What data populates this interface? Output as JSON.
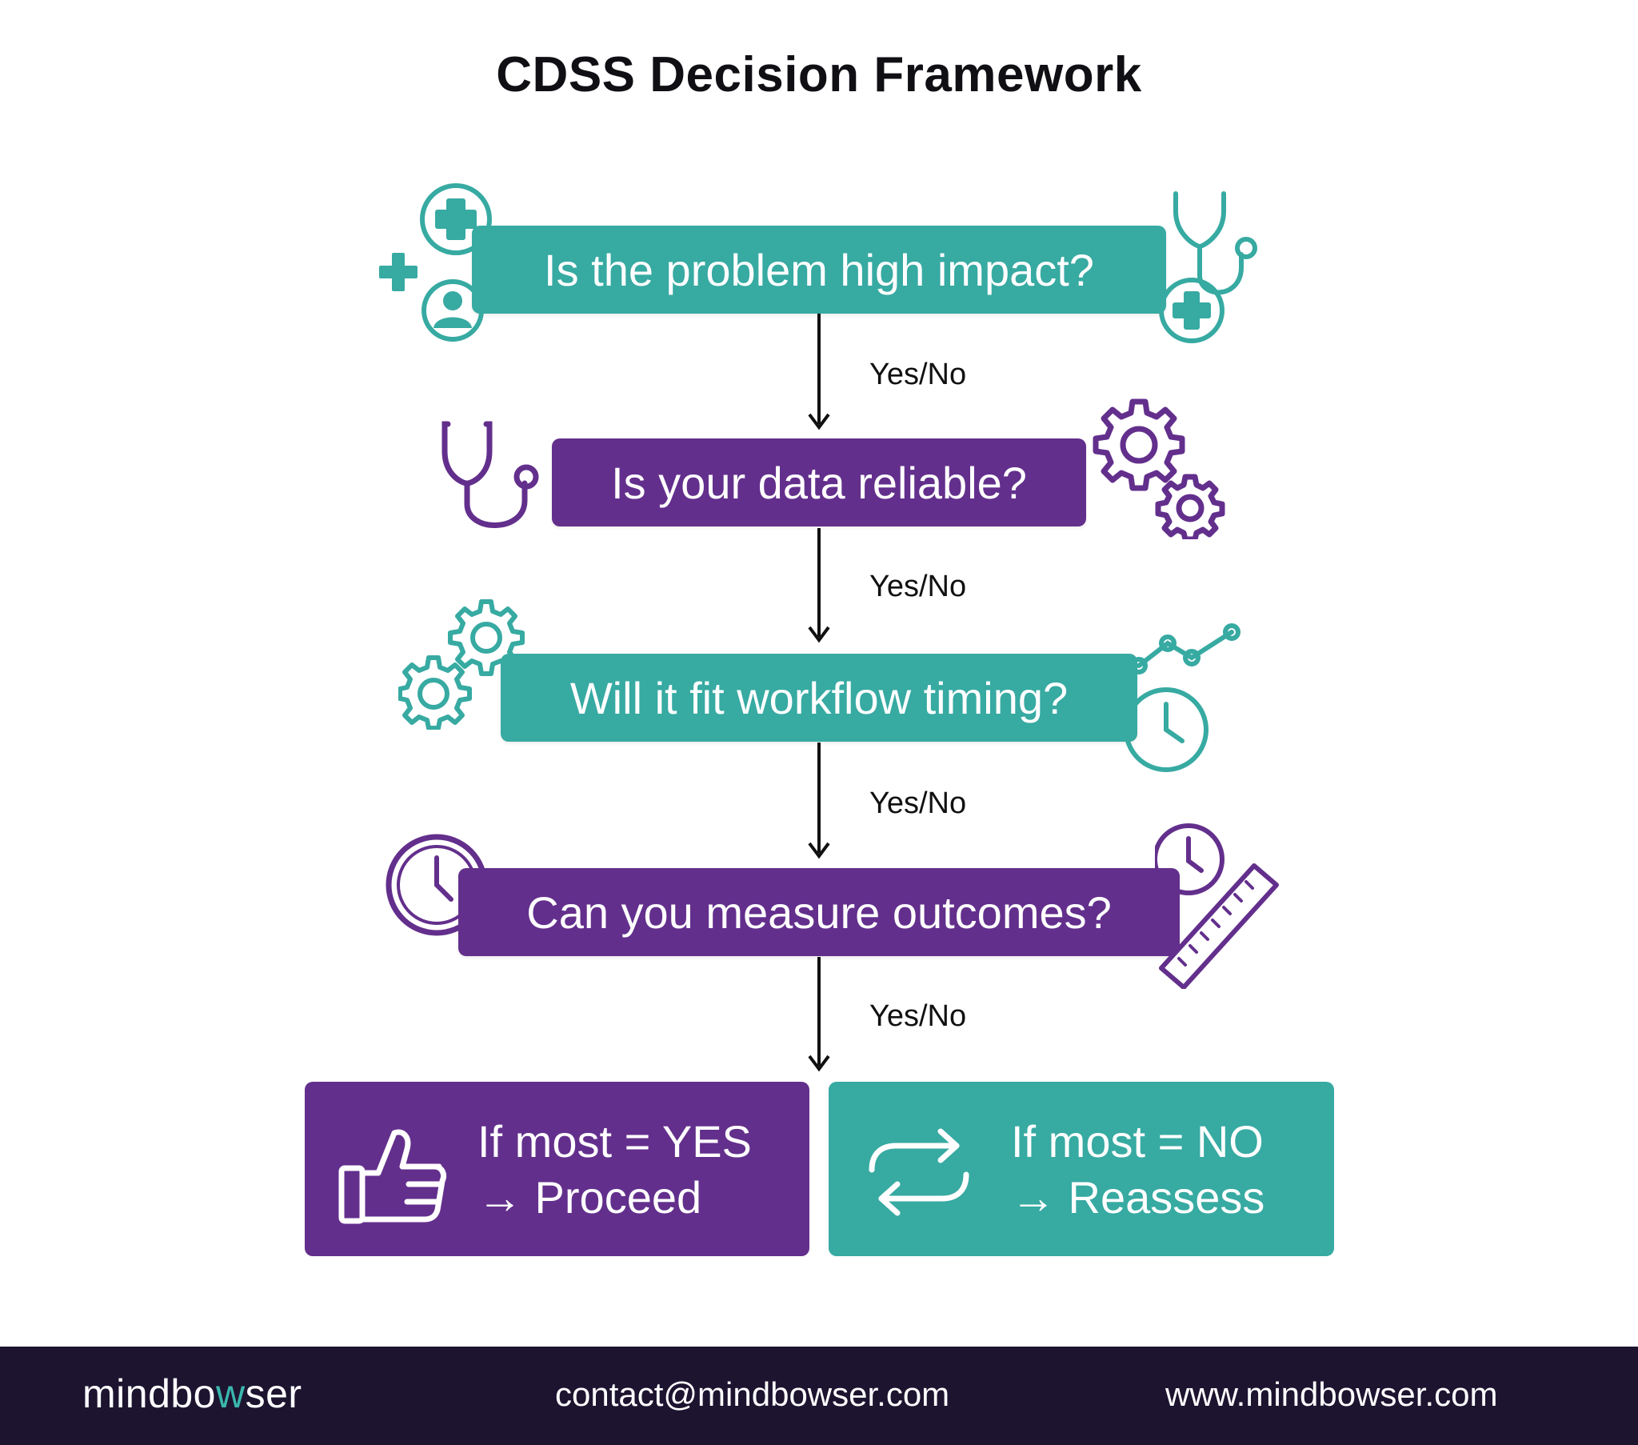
{
  "title": "CDSS Decision Framework",
  "questions": [
    {
      "text": "Is the problem high impact?",
      "color": "#37aaa2"
    },
    {
      "text": "Is your data reliable?",
      "color": "#632f8c"
    },
    {
      "text": "Will it fit workflow timing?",
      "color": "#37aaa2"
    },
    {
      "text": "Can you measure outcomes?",
      "color": "#632f8c"
    }
  ],
  "edge_labels": [
    "Yes/No",
    "Yes/No",
    "Yes/No",
    "Yes/No"
  ],
  "results": {
    "yes": {
      "line1": "If most = YES",
      "line2": "→ Proceed",
      "color": "#632f8c",
      "icon": "thumbs-up-icon"
    },
    "no": {
      "line1": "If most = NO",
      "line2": "→ Reassess",
      "color": "#37aaa2",
      "icon": "repeat-arrows-icon"
    }
  },
  "footer": {
    "brand_pre": "mindbo",
    "brand_w": "w",
    "brand_post": "ser",
    "email": "contact@mindbowser.com",
    "website": "www.mindbowser.com"
  },
  "colors": {
    "teal": "#37aaa2",
    "purple": "#632f8c",
    "footer_bg": "#1d1430"
  }
}
